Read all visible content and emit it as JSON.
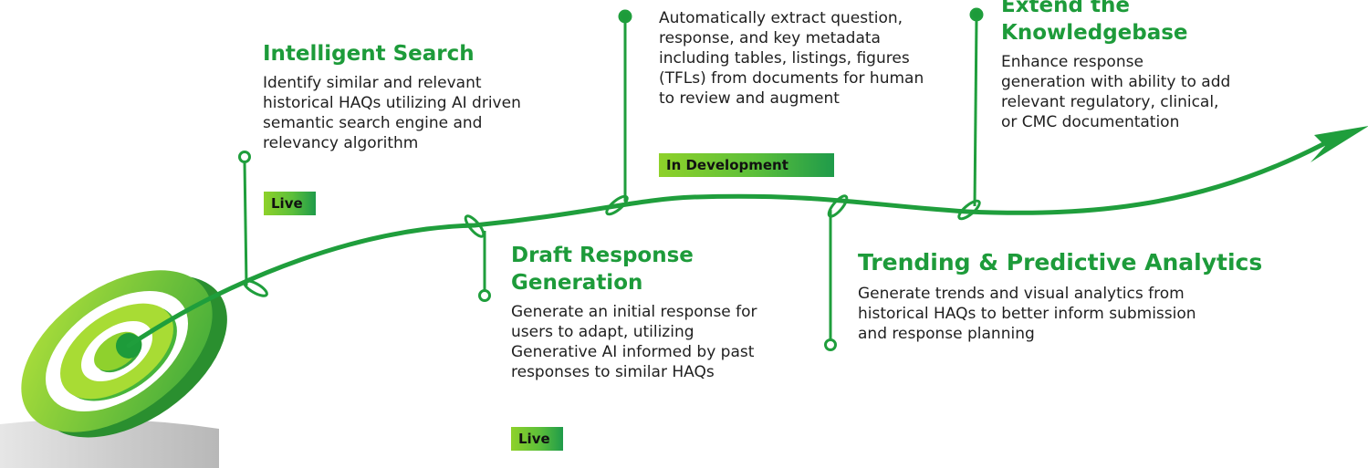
{
  "milestones": [
    {
      "title": "Intelligent Search",
      "description": [
        "Identify similar and relevant",
        "historical HAQs utilizing AI driven",
        "semantic search engine and",
        "relevancy algorithm"
      ],
      "status": "Live"
    },
    {
      "title": [
        "Draft Response",
        "Generation"
      ],
      "description": [
        "Generate an initial response for",
        "users to adapt, utilizing",
        "Generative AI informed by past",
        "responses to similar HAQs"
      ],
      "status": "Live"
    },
    {
      "title": "",
      "description": [
        "Automatically extract question,",
        "response, and key metadata",
        "including tables, listings, figures",
        "(TFLs) from documents for human",
        "to review and augment"
      ],
      "status": "In Development"
    },
    {
      "title": "Trending & Predictive Analytics",
      "description": [
        "Generate trends and visual analytics from",
        "historical HAQs to better inform submission",
        "and response planning"
      ],
      "status": ""
    },
    {
      "title": [
        "Extend the",
        "Knowledgebase"
      ],
      "description": [
        "Enhance response",
        "generation with ability to add",
        "relevant regulatory, clinical,",
        "or CMC documentation"
      ],
      "status": ""
    }
  ],
  "colors": {
    "title_green": "#1d9b3a",
    "path_green": "#1f9e3c",
    "target_light": "#8fd12d",
    "target_dark": "#2fa83a",
    "shadow_grey": "#c9c9c9"
  }
}
